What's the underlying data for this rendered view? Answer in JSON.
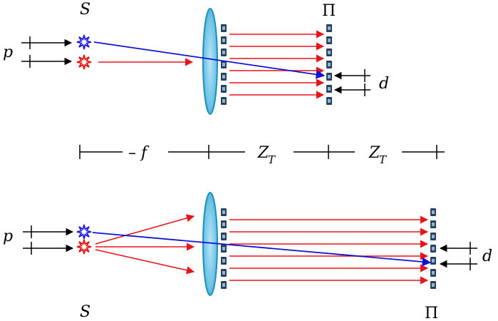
{
  "labels": {
    "source_top": "S",
    "screen_top": "Π",
    "pitch": "p",
    "period": "d",
    "focal": "– f",
    "talbot_1": "Z",
    "talbot_sub_1": "T",
    "talbot_2": "Z",
    "talbot_sub_2": "T",
    "pitch_bottom": "p",
    "period_bottom": "d",
    "source_bottom": "S",
    "screen_bottom": "Π"
  },
  "colors": {
    "ray_red": "#e8141c",
    "ray_blue": "#1212d0",
    "source_blue": "#1f1fe0",
    "source_red": "#e81414",
    "lens_fill": "#6ec3e6",
    "lens_edge": "#1f8fc0",
    "grating": "#27415e",
    "ink": "#000000"
  },
  "icons": {
    "source": "star-burst-icon",
    "lens": "lens-icon",
    "grating": "grating-slit-icon"
  }
}
